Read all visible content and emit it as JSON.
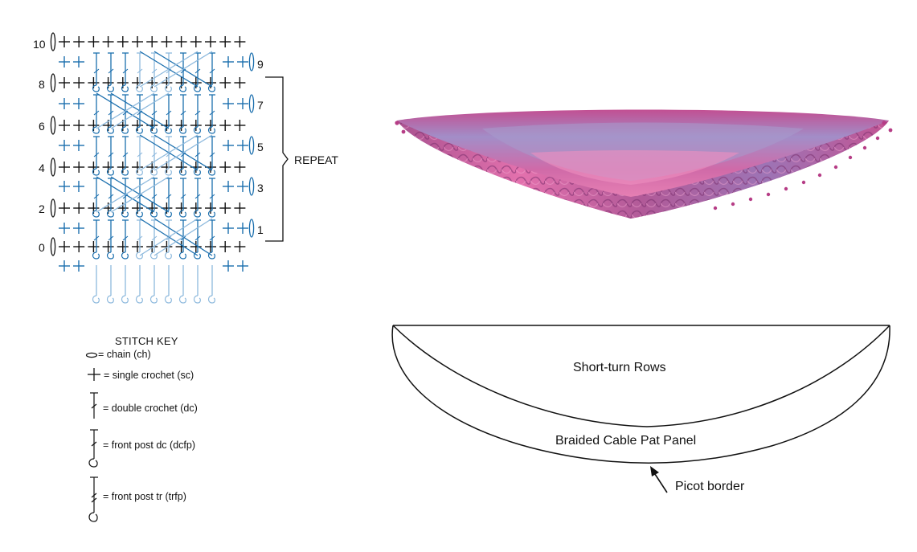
{
  "chart": {
    "row_labels_left": [
      "10",
      "8",
      "6",
      "4",
      "2",
      "0"
    ],
    "row_labels_right": [
      "9",
      "7",
      "5",
      "3",
      "1"
    ],
    "repeat_label": "REPEAT",
    "colors": {
      "dark": "#111111",
      "blue": "#1b6fae",
      "light_blue": "#8db9dd"
    }
  },
  "stitch_key": {
    "title": "STITCH KEY",
    "items": [
      {
        "icon": "chain-oval-icon",
        "label": "= chain (ch)"
      },
      {
        "icon": "single-crochet-cross-icon",
        "label": "= single crochet (sc)"
      },
      {
        "icon": "double-crochet-icon",
        "label": "= double crochet (dc)"
      },
      {
        "icon": "front-post-dc-icon",
        "label": "= front post dc (dcfp)"
      },
      {
        "icon": "front-post-tr-icon",
        "label": "= front post tr (trfp)"
      }
    ]
  },
  "photo": {
    "description_icon": "shawl-photo",
    "colors": [
      "#c0508f",
      "#a58fc6",
      "#e579b0",
      "#9d3f83"
    ]
  },
  "schematic": {
    "inner_label": "Short-turn Rows",
    "band_label": "Braided Cable Pat Panel",
    "border_label": "Picot border"
  }
}
